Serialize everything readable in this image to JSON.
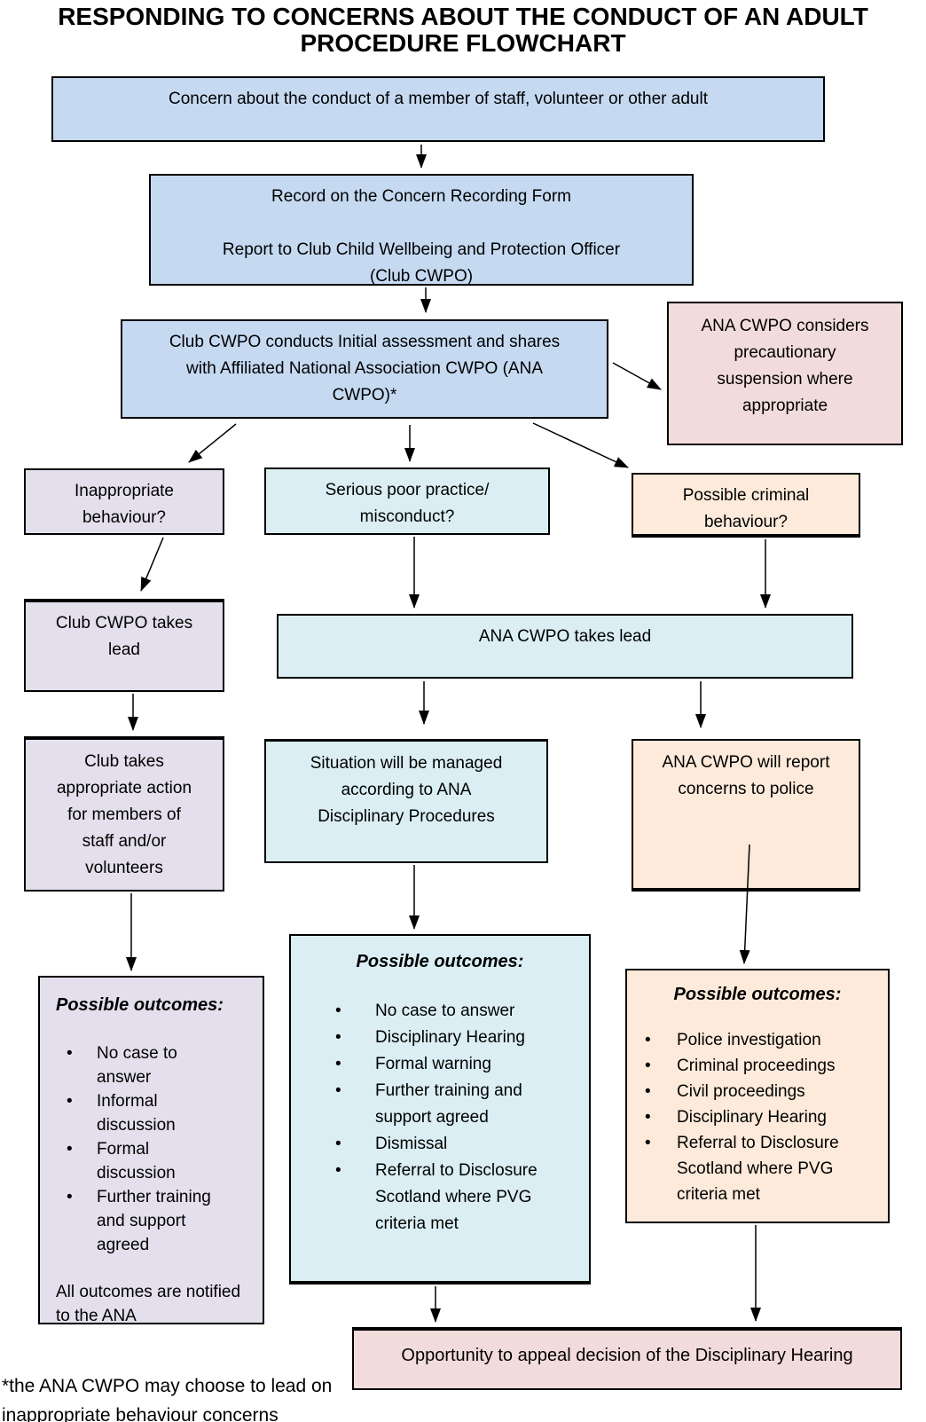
{
  "title": {
    "line1": "RESPONDING TO CONCERNS ABOUT THE CONDUCT OF AN ADULT",
    "line2": "PROCEDURE FLOWCHART"
  },
  "colors": {
    "box_blue": "#C5D9F1",
    "box_pink": "#F2DCDB",
    "box_lavender": "#E4DFEC",
    "box_cyan": "#DAEEF3",
    "box_peach": "#FDEADA",
    "border": "#000000",
    "text": "#000000"
  },
  "boxes": {
    "concern": {
      "text": "Concern about the conduct of a member of staff, volunteer or other adult"
    },
    "record": {
      "line1": "Record on the Concern Recording Form",
      "line2": "Report to Club Child Wellbeing and Protection Officer",
      "line3": "(Club CWPO)"
    },
    "assessment": {
      "text": "Club CWPO conducts Initial assessment and shares with Affiliated National Association CWPO (ANA CWPO)*"
    },
    "suspension": {
      "text": "ANA CWPO considers precautionary suspension where appropriate"
    },
    "inappropriate": {
      "text": "Inappropriate behaviour?"
    },
    "serious": {
      "text": "Serious poor practice/ misconduct?"
    },
    "criminal": {
      "text": "Possible criminal behaviour?"
    },
    "club_lead": {
      "text": "Club CWPO takes lead"
    },
    "ana_lead": {
      "text": "ANA CWPO takes lead"
    },
    "club_action": {
      "text": "Club takes appropriate action for members of staff and/or volunteers"
    },
    "situation": {
      "text": "Situation will be managed according to ANA Disciplinary Procedures"
    },
    "police": {
      "text": "ANA CWPO will report concerns to police"
    },
    "outcomes_left": {
      "heading": "Possible outcomes:",
      "items": [
        "No case to answer",
        "Informal discussion",
        "Formal discussion",
        "Further training and support agreed"
      ],
      "footer": "All outcomes are notified to the ANA"
    },
    "outcomes_mid": {
      "heading": "Possible outcomes:",
      "items": [
        "No case to answer",
        "Disciplinary Hearing",
        "Formal warning",
        "Further training and support agreed",
        "Dismissal",
        "Referral to Disclosure Scotland where PVG criteria met"
      ]
    },
    "outcomes_right": {
      "heading": "Possible outcomes:",
      "items": [
        "Police investigation",
        "Criminal proceedings",
        "Civil proceedings",
        "Disciplinary Hearing",
        "Referral to Disclosure Scotland where PVG criteria met"
      ]
    },
    "appeal": {
      "text": "Opportunity to appeal decision of the Disciplinary Hearing"
    }
  },
  "footnote": {
    "line1": "*the ANA CWPO may choose to lead on",
    "line2": "inappropriate behaviour concerns"
  }
}
